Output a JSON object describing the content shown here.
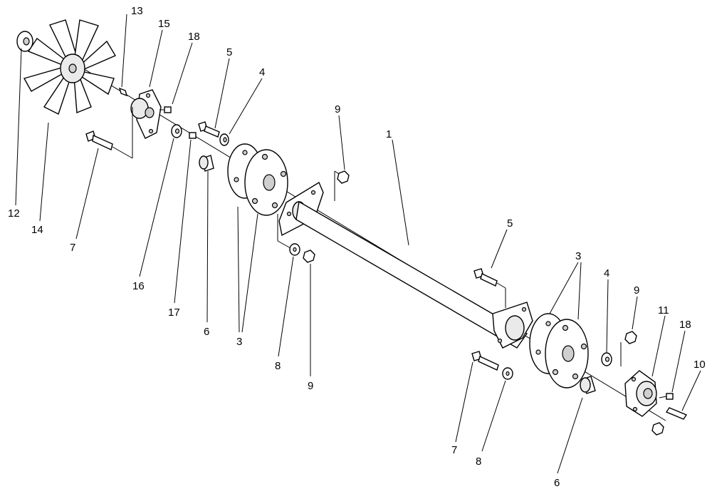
{
  "callouts": {
    "c1": "1",
    "c3_top": "3",
    "c3_bottom": "3",
    "c4_left": "4",
    "c4_right": "4",
    "c5_left": "5",
    "c5_right": "5",
    "c6_left": "6",
    "c6_right": "6",
    "c7_left": "7",
    "c7_right": "7",
    "c8_left": "8",
    "c8_right": "8",
    "c9_top": "9",
    "c9_mid": "9",
    "c9_right": "9",
    "c10": "10",
    "c11": "11",
    "c12": "12",
    "c13": "13",
    "c14": "14",
    "c15": "15",
    "c16": "16",
    "c17": "17",
    "c18_left": "18",
    "c18_right": "18"
  }
}
